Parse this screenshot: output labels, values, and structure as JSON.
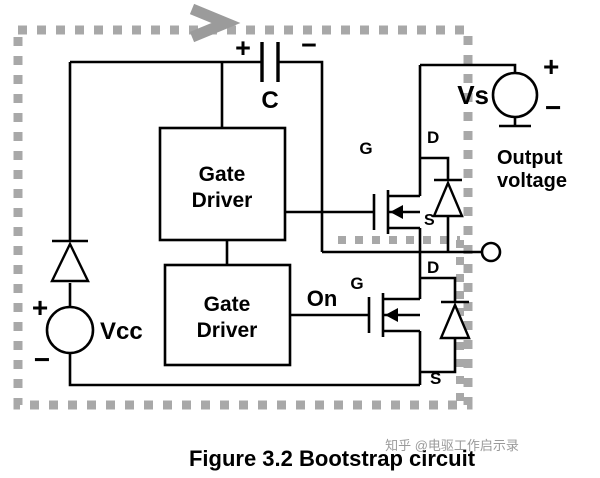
{
  "diagram": {
    "caption": "Figure 3.2 Bootstrap circuit",
    "watermark": "知乎 @电驱工作启示录",
    "capacitor": {
      "plus": "+",
      "minus": "−",
      "label": "C"
    },
    "vs": {
      "label": "Vs",
      "plus": "+",
      "minus": "−",
      "output_line1": "Output",
      "output_line2": "voltage"
    },
    "vcc": {
      "label": "Vcc",
      "plus": "+",
      "minus": "−"
    },
    "driver_high": {
      "line1": "Gate",
      "line2": "Driver"
    },
    "driver_low": {
      "line1": "Gate",
      "line2": "Driver",
      "on": "On"
    },
    "mosfet_high": {
      "g": "G",
      "d": "D",
      "s": "S"
    },
    "mosfet_low": {
      "g": "G",
      "d": "D",
      "s": "S"
    },
    "colors": {
      "path_gray": "#a8a8a8",
      "line": "#000000"
    }
  }
}
